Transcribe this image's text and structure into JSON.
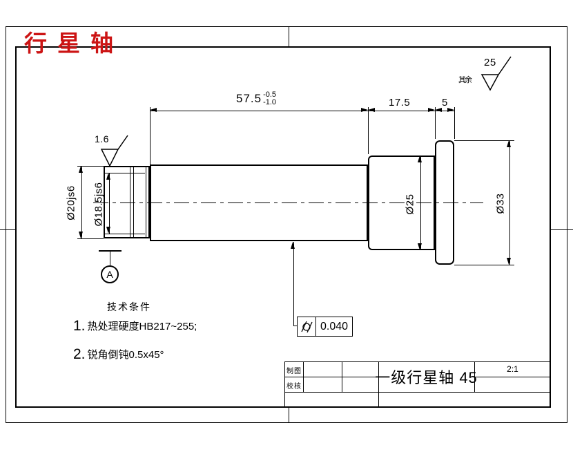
{
  "drawing_title": "行星轴",
  "default_roughness": {
    "prefix": "其余",
    "value": "25"
  },
  "surface_finish_left": {
    "value": "1.6"
  },
  "dimensions": {
    "length_main": {
      "value": "57.5",
      "tol_upper": "-0.5",
      "tol_lower": "-1.0"
    },
    "length_collar": "17.5",
    "length_flange": "5",
    "dia_journal": "Ø20js6",
    "dia_groove": "Ø18.5js6",
    "dia_collar": "Ø25",
    "dia_flange": "Ø33"
  },
  "datum": {
    "label": "A"
  },
  "geo_tolerance": {
    "symbol": "cylindricity",
    "value": "0.040"
  },
  "notes": {
    "heading": "技术条件",
    "items": [
      {
        "num": "1.",
        "text": "热处理硬度HB217~255;"
      },
      {
        "num": "2.",
        "text": "锐角倒钝0.5x45°"
      }
    ]
  },
  "title_block": {
    "drawn_label": "制图",
    "checked_label": "校核",
    "part_name": "一级行星轴 45",
    "scale": "2:1"
  },
  "colors": {
    "line": "#000000",
    "title_red": "#cc1414",
    "background": "#ffffff"
  }
}
